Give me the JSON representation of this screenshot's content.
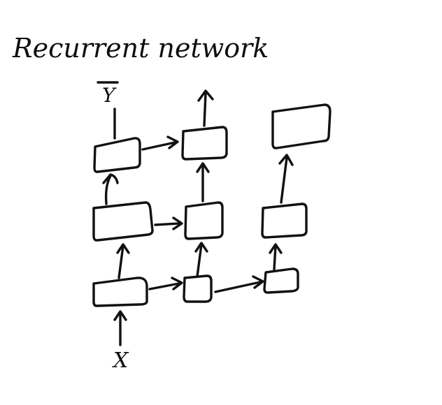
{
  "diagram": {
    "title": "Recurrent network",
    "input_label": "X",
    "output_label": "Y"
  }
}
